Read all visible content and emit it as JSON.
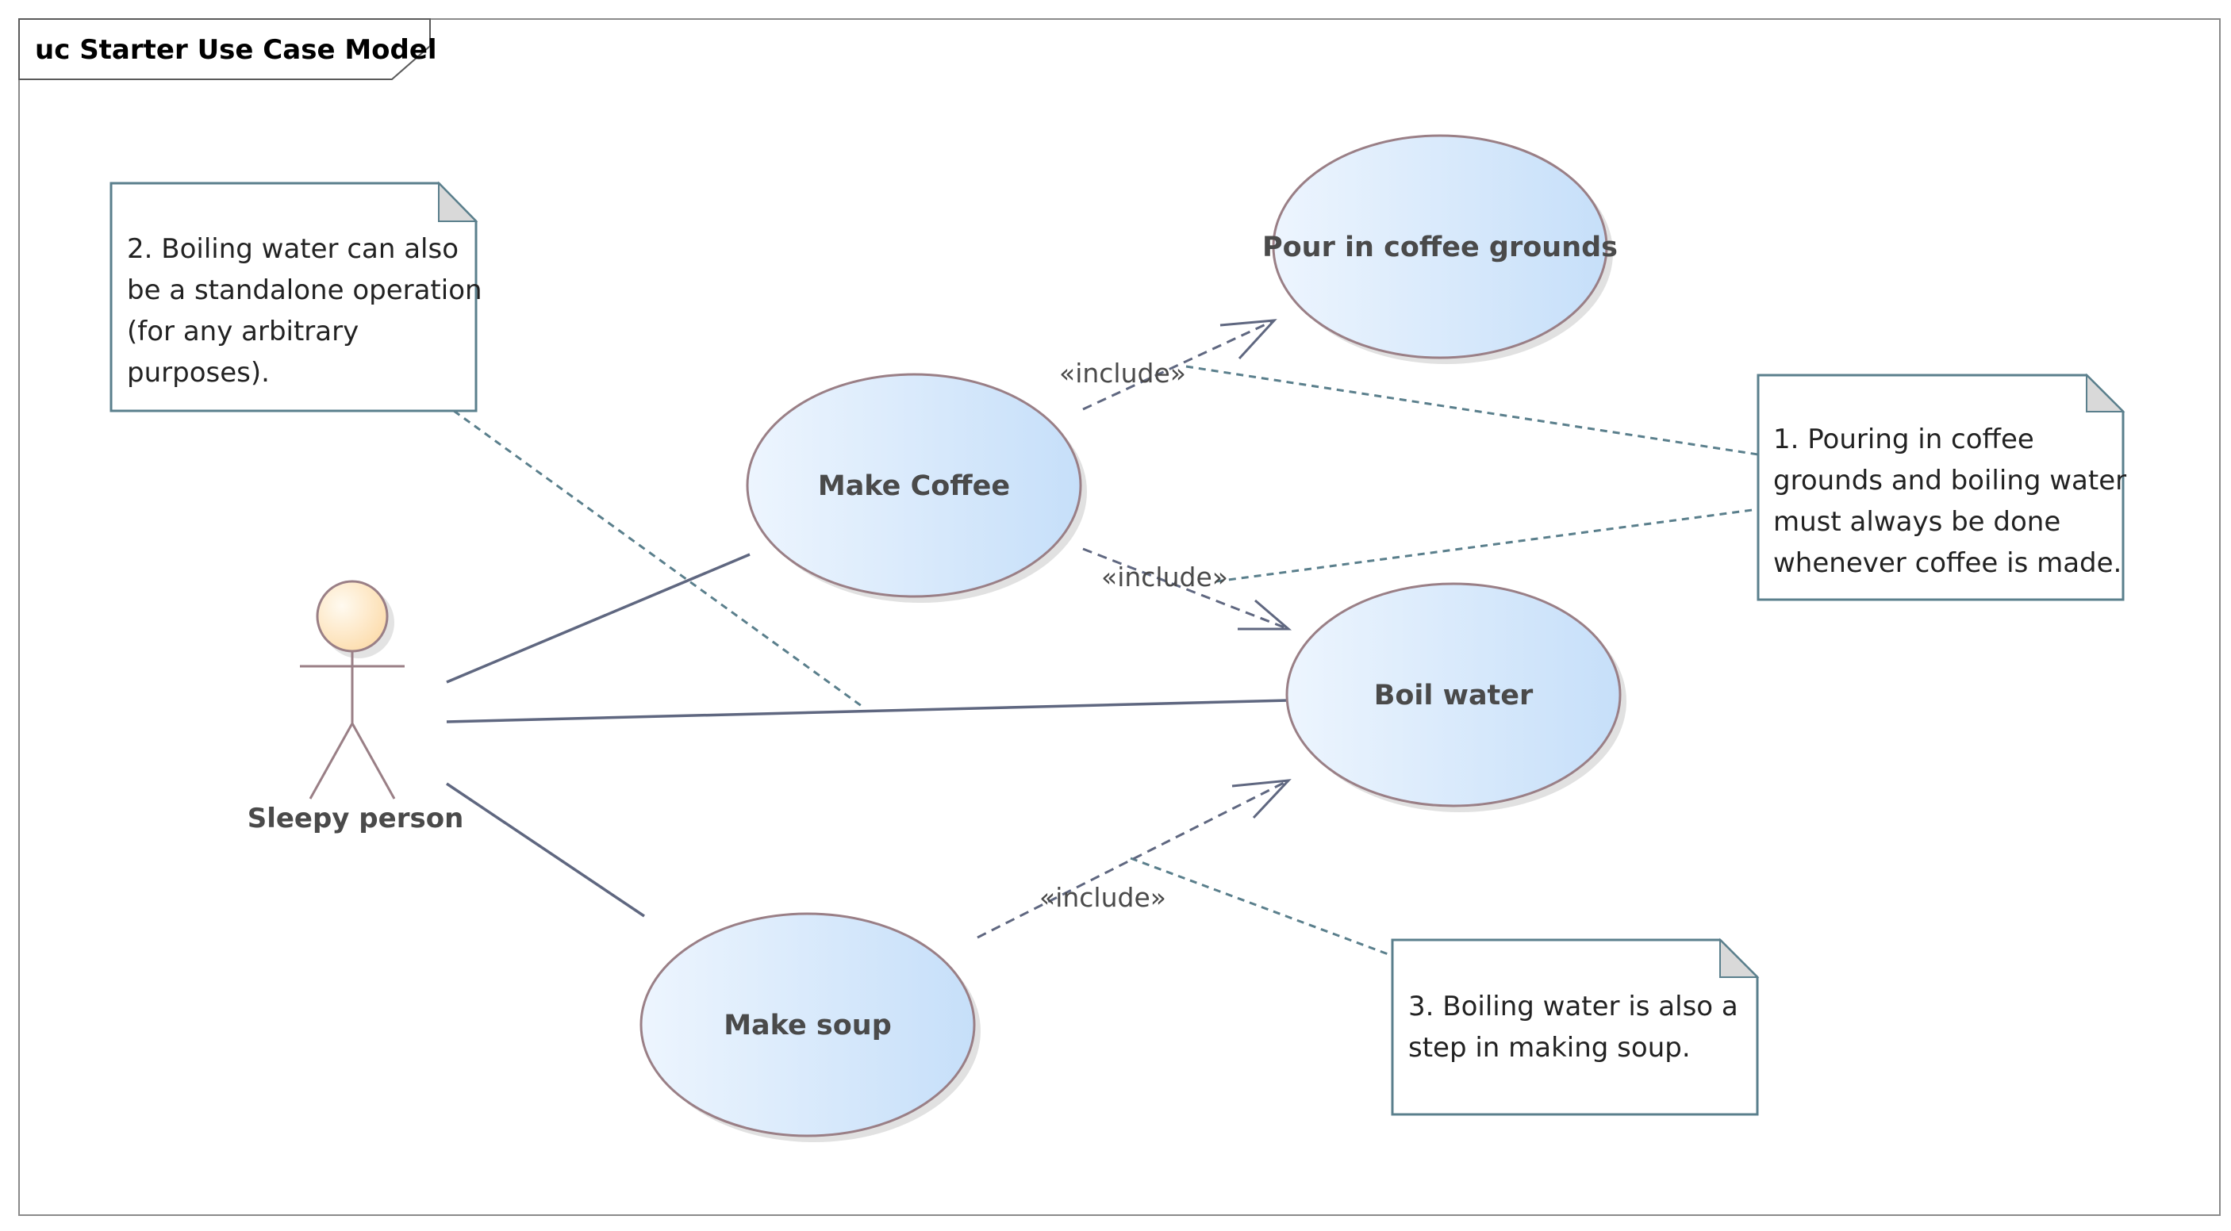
{
  "frame": {
    "title": "uc Starter Use Case Model"
  },
  "actor": {
    "name": "Sleepy person"
  },
  "use_cases": {
    "make_coffee": "Make Coffee",
    "pour_grounds": "Pour in coffee grounds",
    "boil_water": "Boil water",
    "make_soup": "Make soup"
  },
  "relations": {
    "include_pour": "«include»",
    "include_boil": "«include»",
    "include_soup": "«include»"
  },
  "notes": {
    "note1": [
      "1. Pouring in coffee",
      "grounds and boiling water",
      "must always be done",
      "whenever coffee is made."
    ],
    "note2": [
      "2. Boiling water can also",
      "be a standalone operation",
      "(for any arbitrary",
      "purposes)."
    ],
    "note3": [
      "3. Boiling water is also a",
      "step in making soup."
    ]
  },
  "colors": {
    "usecase_fill_light": "#eaf4fd",
    "usecase_fill_dark": "#c4def8",
    "usecase_stroke": "#9a7f86",
    "actor_head": "#fde3b8",
    "association": "#5f6780",
    "note_stroke": "#5a7f8c",
    "dependency": "#5f6780"
  }
}
